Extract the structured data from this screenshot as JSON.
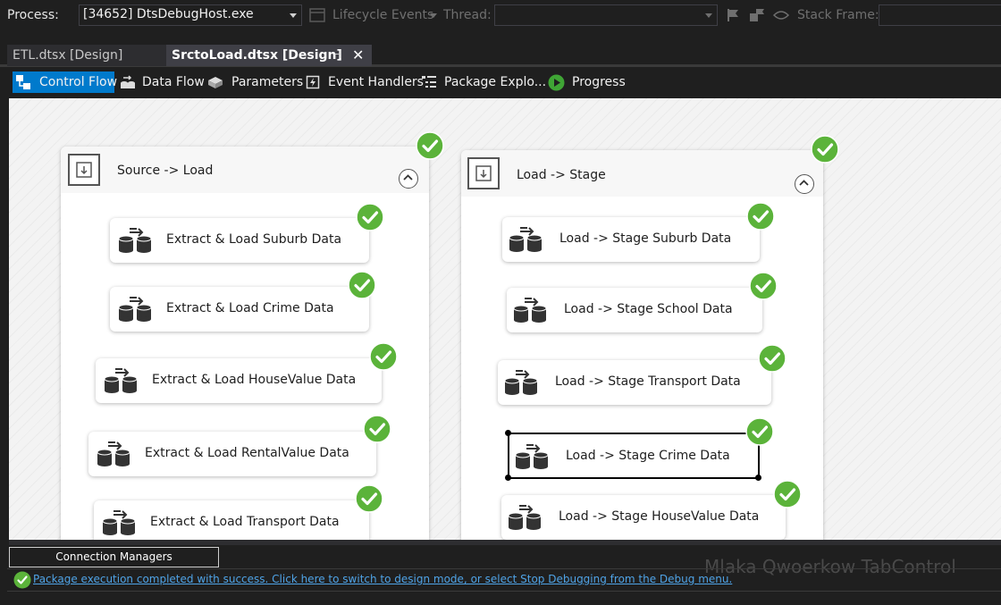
{
  "debug_toolbar": {
    "process_label": "Process:",
    "process_value": "[34652] DtsDebugHost.exe",
    "lifecycle_label": "Lifecycle Events",
    "thread_label": "Thread:",
    "stack_frame_label": "Stack Frame:"
  },
  "doc_tabs": [
    {
      "label": "ETL.dtsx [Design]",
      "active": false
    },
    {
      "label": "SrctoLoad.dtsx [Design]",
      "active": true
    }
  ],
  "designer_tabs": [
    {
      "label": "Control Flow",
      "icon": "control-flow-icon",
      "active": true
    },
    {
      "label": "Data Flow",
      "icon": "data-flow-icon",
      "active": false
    },
    {
      "label": "Parameters",
      "icon": "parameters-icon",
      "active": false
    },
    {
      "label": "Event Handlers",
      "icon": "event-handlers-icon",
      "active": false
    },
    {
      "label": "Package Explo...",
      "icon": "package-explorer-icon",
      "active": false
    },
    {
      "label": "Progress",
      "icon": "progress-play-icon",
      "active": false
    }
  ],
  "containers": [
    {
      "title": "Source -> Load",
      "status": "success",
      "tasks": [
        {
          "label": "Extract & Load Suburb Data",
          "status": "success"
        },
        {
          "label": "Extract & Load Crime Data",
          "status": "success"
        },
        {
          "label": "Extract & Load HouseValue Data",
          "status": "success"
        },
        {
          "label": "Extract & Load RentalValue Data",
          "status": "success"
        },
        {
          "label": "Extract & Load Transport Data",
          "status": "success"
        }
      ]
    },
    {
      "title": "Load -> Stage",
      "status": "success",
      "tasks": [
        {
          "label": "Load -> Stage Suburb Data",
          "status": "success"
        },
        {
          "label": "Load -> Stage School Data",
          "status": "success"
        },
        {
          "label": "Load -> Stage Transport Data",
          "status": "success"
        },
        {
          "label": "Load -> Stage Crime Data",
          "status": "success",
          "selected": true
        },
        {
          "label": "Load -> Stage HouseValue Data",
          "status": "success"
        }
      ]
    }
  ],
  "connection_managers_label": "Connection Managers",
  "status_message": "Package execution completed with success. Click here to switch to design mode, or select Stop Debugging from the Debug menu.",
  "watermark_text": "Mlaka Qwoerkow TabControl",
  "colors": {
    "success_green": "#5bb33a",
    "connector_green": "#2e7d32",
    "accent_blue": "#007acc",
    "link_blue": "#4fa3e6"
  }
}
